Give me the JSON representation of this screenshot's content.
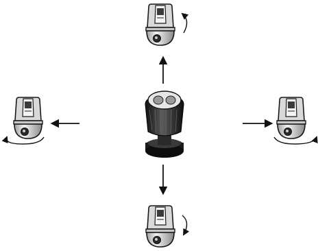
{
  "diagram": {
    "center_device": {
      "icon": "joystick-icon"
    },
    "camera_icon": "dome-camera-icon",
    "movement_arrows": [
      "up",
      "down",
      "left",
      "right"
    ],
    "rotation_indicators": [
      "clockwise-tilt",
      "pan-left",
      "pan-right",
      "tilt-down"
    ],
    "colors": {
      "outline": "#1a1a1a",
      "light_gray": "#e8e8e8",
      "mid_gray": "#bdbdbd",
      "dark": "#2a2a2a"
    }
  }
}
